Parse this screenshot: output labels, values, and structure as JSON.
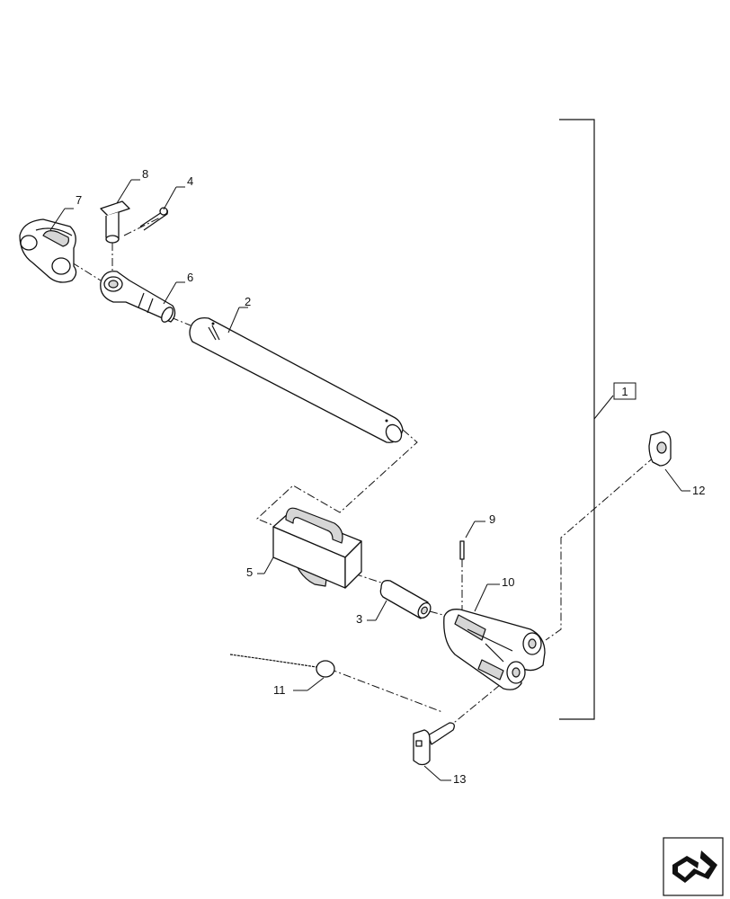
{
  "callouts": {
    "c1": "1",
    "c2": "2",
    "c3": "3",
    "c4": "4",
    "c5": "5",
    "c6": "6",
    "c7": "7",
    "c8": "8",
    "c9": "9",
    "c10": "10",
    "c11": "11",
    "c12": "12",
    "c13": "13"
  },
  "icons": {
    "nav": "next-page-arrow-icon"
  }
}
